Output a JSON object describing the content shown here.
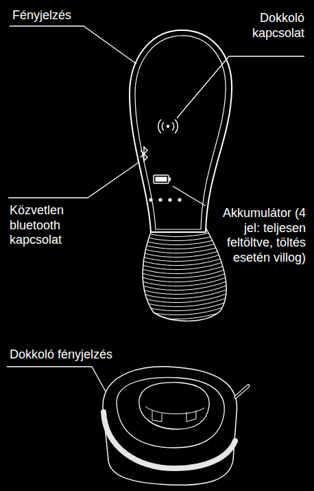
{
  "diagram": {
    "labels": [
      "Fényjelzés",
      "Dokkoló kapcsolat",
      "Közvetlen bluetooth kapcsolat",
      "Akkumulátor (4 jel: teljesen feltöltve, töltés esetén villog)",
      "Dokkoló fényjelzés"
    ]
  }
}
